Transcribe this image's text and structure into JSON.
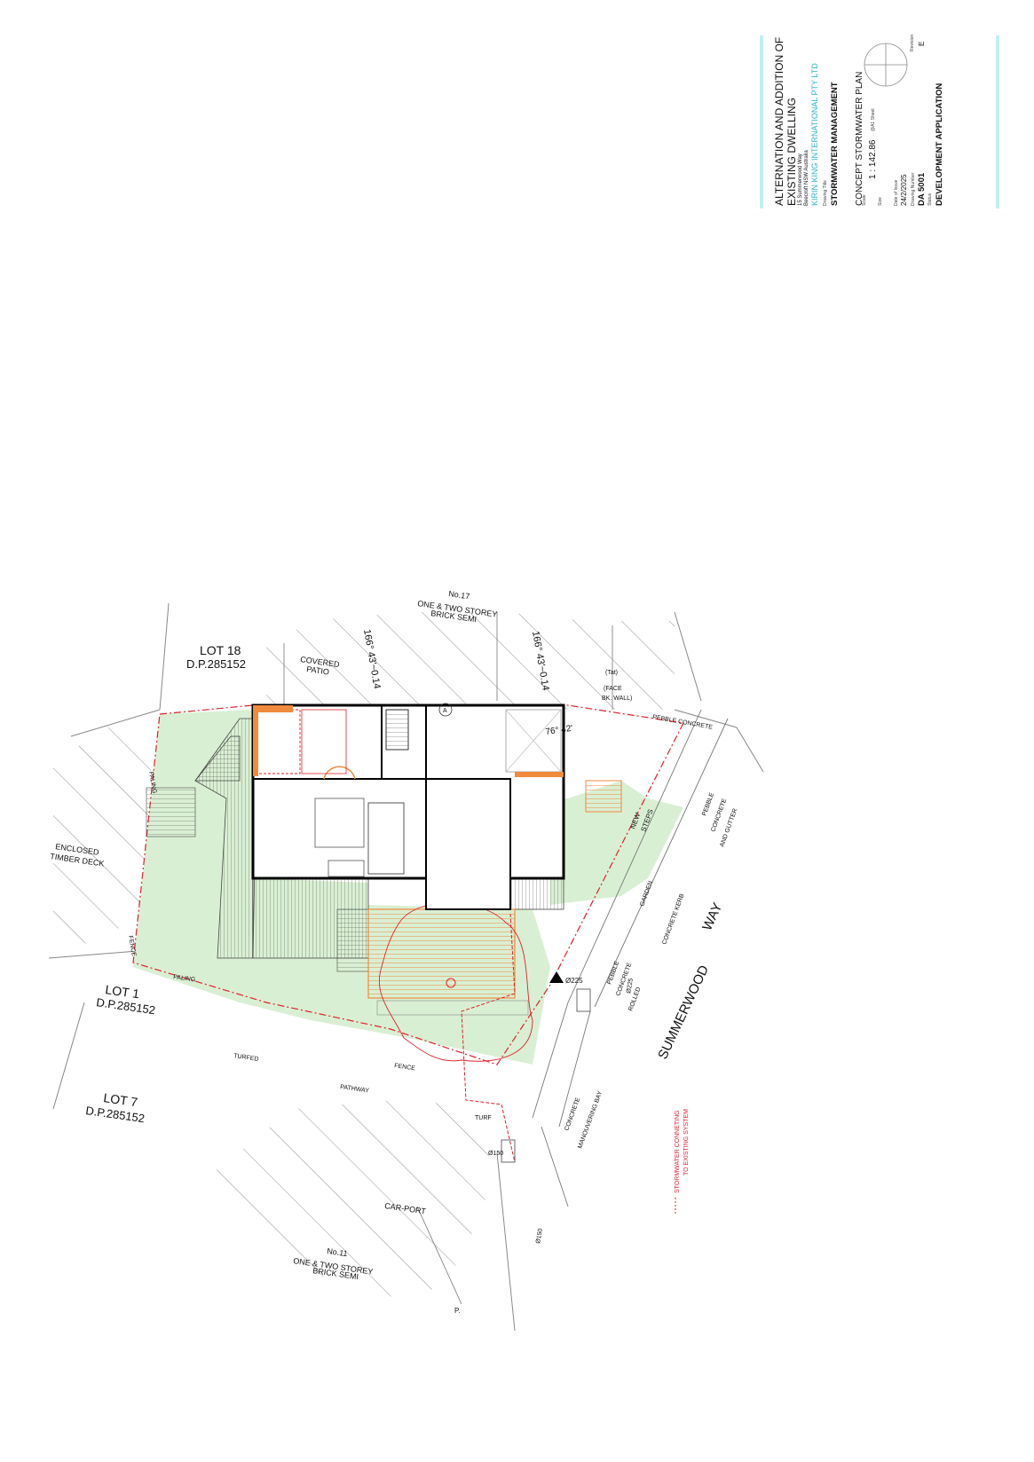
{
  "title_block": {
    "project_line1": "ALTERNATION AND ADDITION OF",
    "project_line2": "EXISTING DWELLING",
    "address_line1": "15 Summerwood Way",
    "address_line2": "Beecroft  NSW   Australia",
    "company": "KIRIN KING INTERNATIONAL PTY LTD",
    "drawing_title_label": "Drawing Title",
    "drawing_title": "STORMWATER MANAGEMENT",
    "sheet_name": "CONCEPT STORMWATER PLAN",
    "scale_label": "Scale",
    "scale": "1 : 142.86",
    "scale_note": "@A1 Sheet",
    "size_label": "Size",
    "date_label": "Date of Issue",
    "date": "24/2/2025",
    "drawing_number_label": "Drawing Number",
    "drawing_number": "DA 5001",
    "status_label": "Status",
    "status": "DEVELOPMENT APPLICATION",
    "revision_label": "Revision",
    "revision": "E",
    "accent_color": "#bfeff3"
  },
  "plan": {
    "lot18": "LOT 18",
    "dp_top": "D.P.285152",
    "lot1": "LOT 1",
    "dp_mid": "D.P.285152",
    "lot7": "LOT 7",
    "dp_bottom": "D.P.285152",
    "no17": "No.17",
    "no17_desc1": "ONE & TWO STOREY",
    "no17_desc2": "BRICK SEMI",
    "no11": "No.11",
    "no11_desc1": "ONE & TWO STOREY",
    "no11_desc2": "BRICK SEMI",
    "covered": "COVERED",
    "patio": "PATIO",
    "bearing1": "166° 43'~0.14",
    "bearing2": "166° 43'~0.14",
    "bearing3": "76° 42'",
    "tat": "(Tat)",
    "face": "(FACE",
    "bkwall": "BK. WALL)",
    "pebble_concrete": "PEBBLE CONCRETE",
    "enclosed": "ENCLOSED",
    "timber_deck": "TIMBER DECK",
    "paling_left": "PALING",
    "fence_left": "FENCE",
    "paling_bottom": "PALING",
    "fence_bottom": "FENCE",
    "turfed": "TURFED",
    "pathway": "PATHWAY",
    "new": "NEW",
    "steps": "STEPS",
    "pebble_v": "PEBBLE",
    "concrete_v": "CONCRETE",
    "and_gutter": "AND GUTTER",
    "garden": "GARDEN",
    "concrete_kerb": "CONCRETE  KERB",
    "pebble2": "PEBBLE",
    "concrete2": "CONCRETE",
    "rolled": "ROLLED",
    "street1": "SUMMERWOOD",
    "street2": "WAY",
    "dia225a": "Ø225",
    "dia225b": "Ø225",
    "dia150a": "Ø150",
    "dia150b": "Ø150",
    "turf": "TURF",
    "concrete_bay1": "CONCRETE",
    "concrete_bay2": "MANOUVERING BAY",
    "carport": "CAR-PORT",
    "marker_a": "A",
    "stormwater_note1": "STORMWATER CONNETING",
    "stormwater_note2": "TO EXISTING SYSTEM",
    "p_label": "P."
  },
  "colors": {
    "lawn": "#d9efd3",
    "deck_orange": "#f08a3c",
    "stormwater_red": "#e0202a",
    "boundary_red": "#e0202a"
  }
}
